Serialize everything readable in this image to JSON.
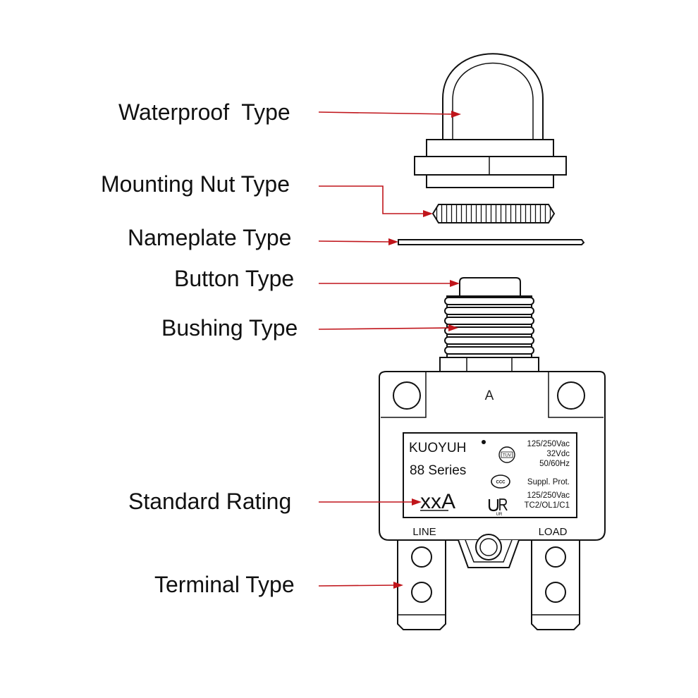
{
  "colors": {
    "leader": "#c0151b",
    "ink": "#111111",
    "background": "#ffffff"
  },
  "labels": {
    "waterproof": "Waterproof  Type",
    "mounting_nut": "Mounting Nut Type",
    "nameplate": "Nameplate Type",
    "button": "Button Type",
    "bushing": "Bushing Type",
    "standard_rating": "Standard Rating",
    "terminal": "Terminal Type"
  },
  "breaker": {
    "body_letter": "A",
    "terminal_left": "LINE",
    "terminal_right": "LOAD",
    "nameplate": {
      "brand": "KUOYUH",
      "series": "88 Series",
      "rating": "xxA",
      "spec_lines": [
        "125/250Vac",
        "32Vdc",
        "50/60Hz",
        "Suppl. Prot.",
        "125/250Vac",
        "TC2/OL1/C1"
      ]
    },
    "cert_marks": [
      "TUV",
      "CCC",
      "UR"
    ]
  }
}
